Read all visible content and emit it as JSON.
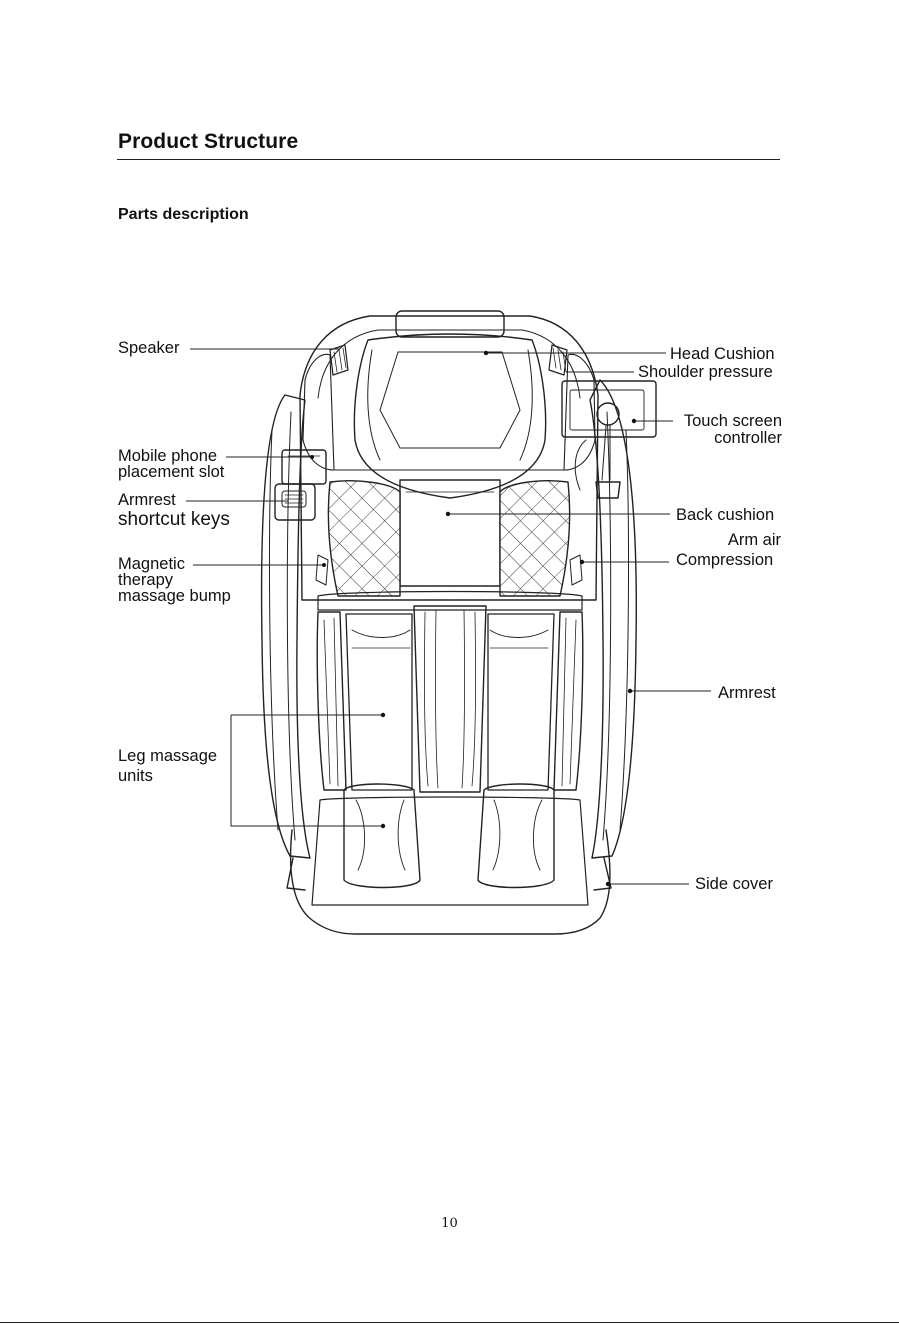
{
  "page": {
    "title": "Product Structure",
    "section_heading": "Parts description",
    "page_number": "10"
  },
  "labels": {
    "speaker": "Speaker",
    "mobile_phone_1": "Mobile phone",
    "mobile_phone_2": "placement slot",
    "armrest_keys_1": "Armrest",
    "armrest_keys_2": "shortcut keys",
    "magnetic_1": "Magnetic",
    "magnetic_2": "therapy",
    "magnetic_3": "massage bump",
    "leg_1": "Leg massage",
    "leg_2": "units",
    "head_cushion": "Head Cushion",
    "shoulder_pressure": "Shoulder pressure",
    "touch_1": "Touch screen",
    "touch_2": "controller",
    "back_cushion": "Back cushion",
    "arm_air_1": "Arm air",
    "arm_air_2": "Compression",
    "armrest": "Armrest",
    "side_cover": "Side cover"
  }
}
